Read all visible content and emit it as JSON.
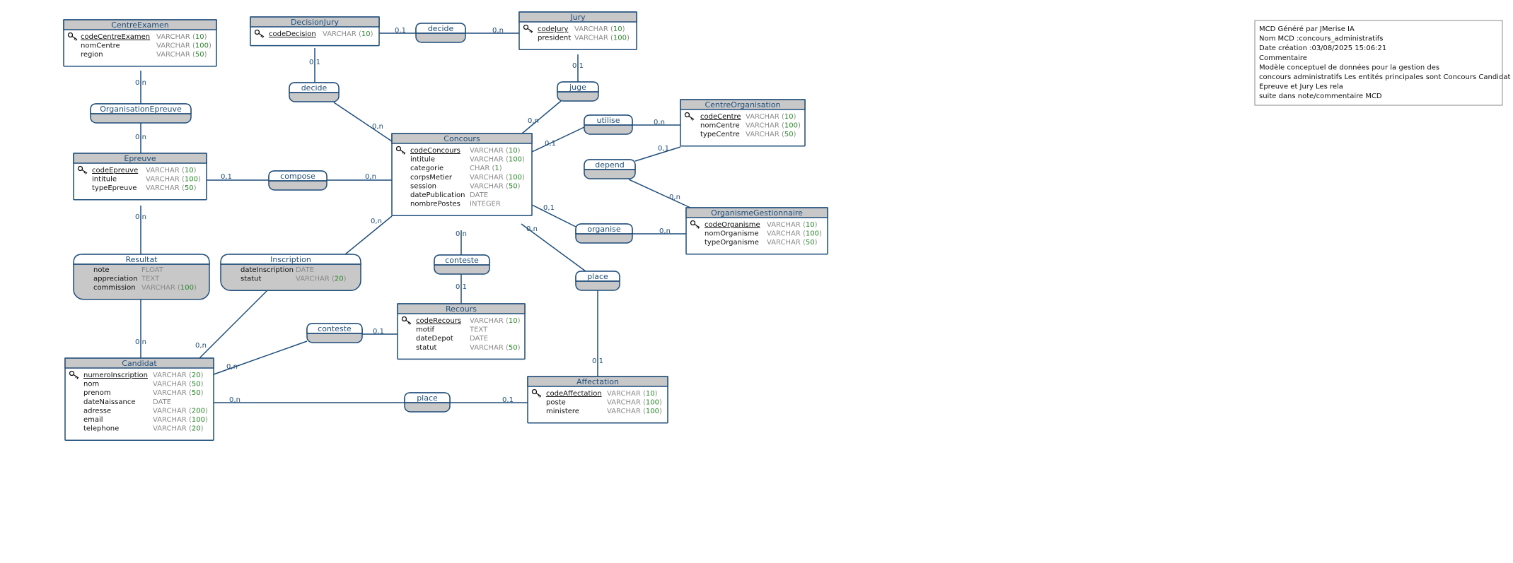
{
  "entities": [
    {
      "id": "CentreExamen",
      "title": "CentreExamen",
      "attrs": [
        {
          "name": "codeCentreExamen",
          "type": "VARCHAR",
          "len": "10",
          "key": true
        },
        {
          "name": "nomCentre",
          "type": "VARCHAR",
          "len": "100"
        },
        {
          "name": "region",
          "type": "VARCHAR",
          "len": "50"
        }
      ]
    },
    {
      "id": "DecisionJury",
      "title": "DecisionJury",
      "attrs": [
        {
          "name": "codeDecision",
          "type": "VARCHAR",
          "len": "10",
          "key": true
        }
      ]
    },
    {
      "id": "Jury",
      "title": "Jury",
      "attrs": [
        {
          "name": "codeJury",
          "type": "VARCHAR",
          "len": "10",
          "key": true
        },
        {
          "name": "president",
          "type": "VARCHAR",
          "len": "100"
        }
      ]
    },
    {
      "id": "CentreOrganisation",
      "title": "CentreOrganisation",
      "attrs": [
        {
          "name": "codeCentre",
          "type": "VARCHAR",
          "len": "10",
          "key": true
        },
        {
          "name": "nomCentre",
          "type": "VARCHAR",
          "len": "100"
        },
        {
          "name": "typeCentre",
          "type": "VARCHAR",
          "len": "50"
        }
      ]
    },
    {
      "id": "Epreuve",
      "title": "Epreuve",
      "attrs": [
        {
          "name": "codeEpreuve",
          "type": "VARCHAR",
          "len": "10",
          "key": true
        },
        {
          "name": "intitule",
          "type": "VARCHAR",
          "len": "100"
        },
        {
          "name": "typeEpreuve",
          "type": "VARCHAR",
          "len": "50"
        }
      ]
    },
    {
      "id": "Concours",
      "title": "Concours",
      "attrs": [
        {
          "name": "codeConcours",
          "type": "VARCHAR",
          "len": "10",
          "key": true
        },
        {
          "name": "intitule",
          "type": "VARCHAR",
          "len": "100"
        },
        {
          "name": "categorie",
          "type": "CHAR",
          "len": "1"
        },
        {
          "name": "corpsMetier",
          "type": "VARCHAR",
          "len": "100"
        },
        {
          "name": "session",
          "type": "VARCHAR",
          "len": "50"
        },
        {
          "name": "datePublication",
          "type": "DATE"
        },
        {
          "name": "nombrePostes",
          "type": "INTEGER"
        }
      ]
    },
    {
      "id": "OrganismeGestionnaire",
      "title": "OrganismeGestionnaire",
      "attrs": [
        {
          "name": "codeOrganisme",
          "type": "VARCHAR",
          "len": "10",
          "key": true
        },
        {
          "name": "nomOrganisme",
          "type": "VARCHAR",
          "len": "100"
        },
        {
          "name": "typeOrganisme",
          "type": "VARCHAR",
          "len": "50"
        }
      ]
    },
    {
      "id": "Recours",
      "title": "Recours",
      "attrs": [
        {
          "name": "codeRecours",
          "type": "VARCHAR",
          "len": "10",
          "key": true
        },
        {
          "name": "motif",
          "type": "TEXT"
        },
        {
          "name": "dateDepot",
          "type": "DATE"
        },
        {
          "name": "statut",
          "type": "VARCHAR",
          "len": "50"
        }
      ]
    },
    {
      "id": "Candidat",
      "title": "Candidat",
      "attrs": [
        {
          "name": "numeroInscription",
          "type": "VARCHAR",
          "len": "20",
          "key": true
        },
        {
          "name": "nom",
          "type": "VARCHAR",
          "len": "50"
        },
        {
          "name": "prenom",
          "type": "VARCHAR",
          "len": "50"
        },
        {
          "name": "dateNaissance",
          "type": "DATE"
        },
        {
          "name": "adresse",
          "type": "VARCHAR",
          "len": "200"
        },
        {
          "name": "email",
          "type": "VARCHAR",
          "len": "100"
        },
        {
          "name": "telephone",
          "type": "VARCHAR",
          "len": "20"
        }
      ]
    },
    {
      "id": "Affectation",
      "title": "Affectation",
      "attrs": [
        {
          "name": "codeAffectation",
          "type": "VARCHAR",
          "len": "10",
          "key": true
        },
        {
          "name": "poste",
          "type": "VARCHAR",
          "len": "100"
        },
        {
          "name": "ministere",
          "type": "VARCHAR",
          "len": "100"
        }
      ]
    }
  ],
  "associations": [
    {
      "id": "decide_top",
      "title": "decide",
      "attrs": []
    },
    {
      "id": "decide_left",
      "title": "decide",
      "attrs": []
    },
    {
      "id": "juge",
      "title": "juge",
      "attrs": []
    },
    {
      "id": "utilise",
      "title": "utilise",
      "attrs": []
    },
    {
      "id": "depend",
      "title": "depend",
      "attrs": []
    },
    {
      "id": "organise",
      "title": "organise",
      "attrs": []
    },
    {
      "id": "OrganisationEpreuve",
      "title": "OrganisationEpreuve",
      "attrs": []
    },
    {
      "id": "compose",
      "title": "compose",
      "attrs": []
    },
    {
      "id": "Resultat",
      "title": "Resultat",
      "attrs": [
        {
          "name": "note",
          "type": "FLOAT"
        },
        {
          "name": "appreciation",
          "type": "TEXT"
        },
        {
          "name": "commission",
          "type": "VARCHAR",
          "len": "100"
        }
      ]
    },
    {
      "id": "Inscription",
      "title": "Inscription",
      "attrs": [
        {
          "name": "dateInscription",
          "type": "DATE"
        },
        {
          "name": "statut",
          "type": "VARCHAR",
          "len": "20"
        }
      ]
    },
    {
      "id": "conteste_top",
      "title": "conteste",
      "attrs": []
    },
    {
      "id": "place_right",
      "title": "place",
      "attrs": []
    },
    {
      "id": "conteste_left",
      "title": "conteste",
      "attrs": []
    },
    {
      "id": "place_bottom",
      "title": "place",
      "attrs": []
    }
  ],
  "links": [
    {
      "id": "l1",
      "label": "0,n"
    },
    {
      "id": "l2",
      "label": "0,n"
    },
    {
      "id": "l3",
      "label": "0,1"
    },
    {
      "id": "l4",
      "label": "0,n"
    },
    {
      "id": "l5",
      "label": "0,1"
    },
    {
      "id": "l6",
      "label": "0,n"
    },
    {
      "id": "l7",
      "label": "0,1"
    },
    {
      "id": "l8",
      "label": "0,n"
    },
    {
      "id": "l9",
      "label": "0,1"
    },
    {
      "id": "l10",
      "label": "0,n"
    },
    {
      "id": "l11",
      "label": "0,1"
    },
    {
      "id": "l12",
      "label": "0,n"
    },
    {
      "id": "l13",
      "label": "0,1"
    },
    {
      "id": "l14",
      "label": "0,n"
    },
    {
      "id": "l15",
      "label": "0,1"
    },
    {
      "id": "l16",
      "label": "0,n"
    },
    {
      "id": "l17",
      "label": "0,n"
    },
    {
      "id": "l18",
      "label": "0,n"
    },
    {
      "id": "l19",
      "label": "0,n"
    },
    {
      "id": "l20",
      "label": "0,n"
    },
    {
      "id": "l21",
      "label": "0,n"
    },
    {
      "id": "l22",
      "label": "0,1"
    },
    {
      "id": "l23",
      "label": "0,n"
    },
    {
      "id": "l24",
      "label": "0,1"
    },
    {
      "id": "l25",
      "label": "0,n"
    },
    {
      "id": "l26",
      "label": "0,1"
    },
    {
      "id": "l27",
      "label": "0,n"
    },
    {
      "id": "l28",
      "label": "0,1"
    }
  ],
  "note": {
    "lines": [
      "MCD Généré par JMerise IA",
      "Nom MCD :concours_administratifs",
      "Date création :03/08/2025 15:06:21",
      "Commentaire",
      "Modèle conceptuel de données pour la gestion des",
      "concours administratifs Les entités principales sont Concours Candidat",
      "Epreuve et Jury Les rela",
      "  suite dans note/commentaire MCD"
    ]
  }
}
